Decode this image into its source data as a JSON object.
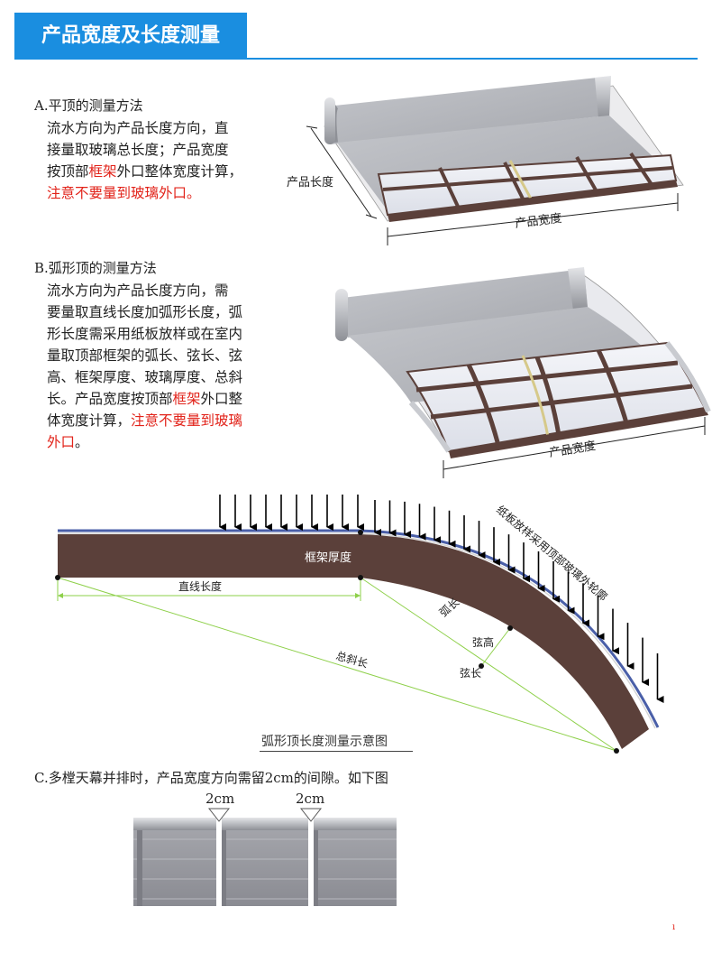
{
  "header": {
    "title": "产品宽度及长度测量"
  },
  "section_a": {
    "title": "A.平顶的测量方法",
    "lines": [
      "流水方向为产品长度方向，直",
      "接量取玻璃总长度；产品宽度",
      "按顶部"
    ],
    "frame_word": "框架",
    "line3_rest": "外口整体宽度计算，",
    "warning": "注意不要量到玻璃外口。",
    "label_length": "产品长度",
    "label_width": "产品宽度"
  },
  "section_b": {
    "title": "B.弧形顶的测量方法",
    "lines": [
      "流水方向为产品长度方向，需",
      "要量取直线长度加弧形长度，弧",
      "形长度需采用纸板放样或在室内",
      "量取顶部框架的弧长、弦长、弦",
      "高、框架厚度、玻璃厚度、总斜"
    ],
    "line6_start": "长。产品宽度按顶部",
    "frame_word": "框架",
    "line6_end": "外口整",
    "line7_start": "体宽度计算，",
    "warning_1": "注意不要量到玻璃",
    "warning_2": "外口",
    "line8_end": "。",
    "label_width": "产品宽度"
  },
  "arc_diagram": {
    "frame_thickness": "框架厚度",
    "straight_length": "直线长度",
    "arc_length": "弧长",
    "chord_height": "弦高",
    "chord_length": "弦长",
    "total_diagonal": "总斜长",
    "cardboard_note": "纸板放样采用顶部玻璃外轮廓",
    "caption": "弧形顶长度测量示意图"
  },
  "section_c": {
    "title": "C.多樘天幕并排时，产品宽度方向需留2cm的间隙。如下图",
    "gap_1": "2cm",
    "gap_2": "2cm"
  },
  "colors": {
    "banner": "#1a8ee0",
    "red": "#e2231a",
    "frame_brown": "#5b403a",
    "guide_green": "#8ed04a"
  }
}
